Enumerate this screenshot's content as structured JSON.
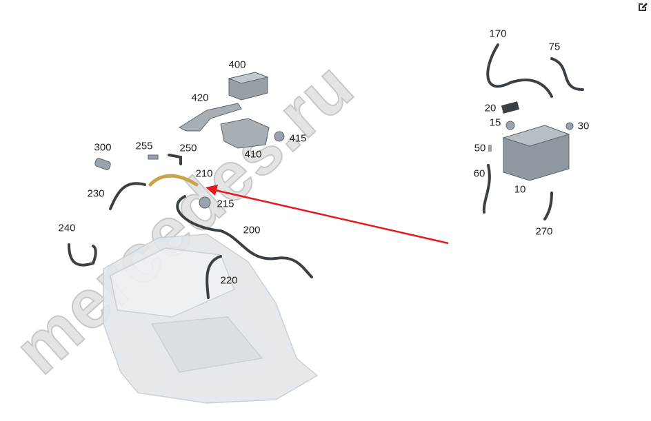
{
  "watermark": "mercedes.ru",
  "toolbar": {
    "edit_icon": "edit-icon"
  },
  "colors": {
    "arrow": "#e8171a",
    "part": "#9aa3ab",
    "cable": "#3b4044",
    "highlight": "#c9a24a"
  },
  "callouts": [
    {
      "id": "170",
      "label": "170"
    },
    {
      "id": "75",
      "label": "75"
    },
    {
      "id": "20",
      "label": "20"
    },
    {
      "id": "15",
      "label": "15"
    },
    {
      "id": "30",
      "label": "30"
    },
    {
      "id": "50",
      "label": "50"
    },
    {
      "id": "60",
      "label": "60"
    },
    {
      "id": "10",
      "label": "10"
    },
    {
      "id": "270",
      "label": "270"
    },
    {
      "id": "400",
      "label": "400"
    },
    {
      "id": "420",
      "label": "420"
    },
    {
      "id": "410",
      "label": "410"
    },
    {
      "id": "415",
      "label": "415"
    },
    {
      "id": "300",
      "label": "300"
    },
    {
      "id": "255",
      "label": "255"
    },
    {
      "id": "250",
      "label": "250"
    },
    {
      "id": "210",
      "label": "210"
    },
    {
      "id": "230",
      "label": "230"
    },
    {
      "id": "215",
      "label": "215"
    },
    {
      "id": "200",
      "label": "200"
    },
    {
      "id": "240",
      "label": "240"
    },
    {
      "id": "220",
      "label": "220"
    }
  ]
}
